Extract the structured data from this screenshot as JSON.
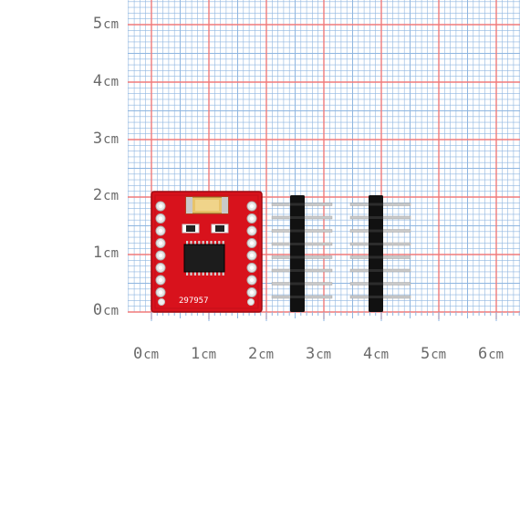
{
  "ruler": {
    "unit": "cm",
    "y_labels": [
      "5",
      "4",
      "3",
      "2",
      "1",
      "0"
    ],
    "x_labels": [
      "0",
      "1",
      "2",
      "3",
      "4",
      "5",
      "6"
    ]
  },
  "board": {
    "silkscreen_text": "297957"
  },
  "colors": {
    "grid_minor": "#8fb6e0",
    "grid_major": "#f07a7a",
    "board": "#d8121c",
    "header_plastic": "#111111",
    "pins": "#c9c9c9"
  }
}
